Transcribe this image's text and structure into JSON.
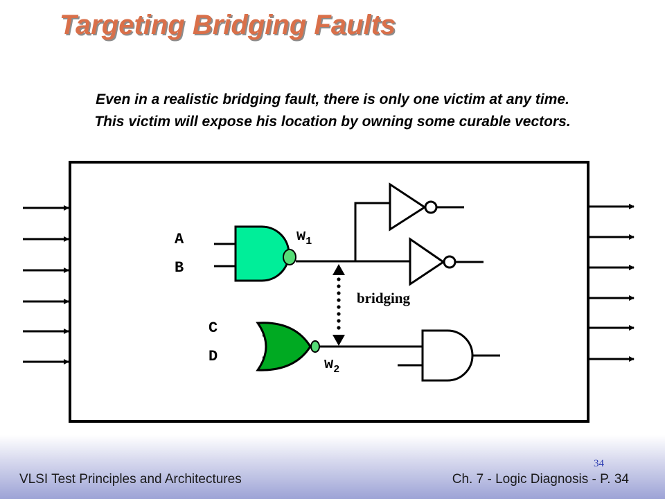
{
  "slide": {
    "title": "Targeting Bridging Faults",
    "subtitle_line1": "Even in a realistic bridging fault, there is only one victim at any time.",
    "subtitle_line2": "This victim will expose his location by owning some curable vectors."
  },
  "diagram": {
    "labels": {
      "a": "A",
      "b": "B",
      "c": "C",
      "d": "D",
      "w1_base": "w",
      "w1_sub": "1",
      "w2_base": "w",
      "w2_sub": "2",
      "bridging": "bridging"
    },
    "colors": {
      "nand_fill": "#00ee99",
      "nor_fill": "#00aa22",
      "bubble_fill": "#55dd77"
    }
  },
  "footer": {
    "left": "VLSI Test Principles and Architectures",
    "right": "Ch. 7 - Logic Diagnosis  - P. 34",
    "page_number": "34"
  }
}
